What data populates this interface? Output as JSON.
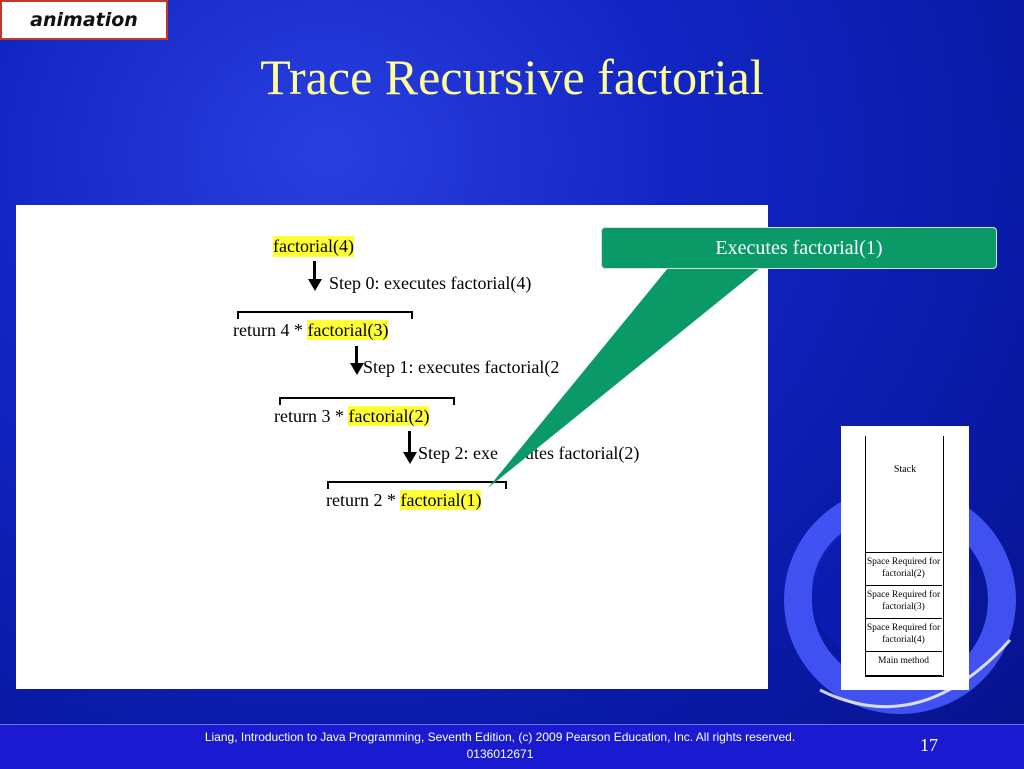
{
  "badge": {
    "label": "animation"
  },
  "title": "Trace Recursive factorial",
  "trace": {
    "call0": "factorial(4)",
    "step0": "Step 0: executes factorial(4)",
    "row1_prefix": "return 4 * ",
    "row1_call": "factorial(3)",
    "step1": "Step 1: executes factorial(2",
    "row2_prefix": "return 3 * ",
    "row2_call": "factorial(2)",
    "step2": "Step 2: exe      utes factorial(2)",
    "row3_prefix": "return 2 * ",
    "row3_call": "factorial(1)"
  },
  "callout": {
    "text": "Executes factorial(1)",
    "color": "#0a9a68"
  },
  "stack": {
    "label": "Stack",
    "frames": [
      "Space Required for factorial(2)",
      "Space Required for factorial(3)",
      "Space Required for factorial(4)",
      "Main method"
    ]
  },
  "footer": {
    "text": "Liang, Introduction to Java Programming, Seventh Edition, (c) 2009 Pearson Education, Inc. All rights reserved. 0136012671",
    "page": "17"
  },
  "colors": {
    "highlight": "#ffff33",
    "title": "#ffff99",
    "background": "#1226c4"
  }
}
